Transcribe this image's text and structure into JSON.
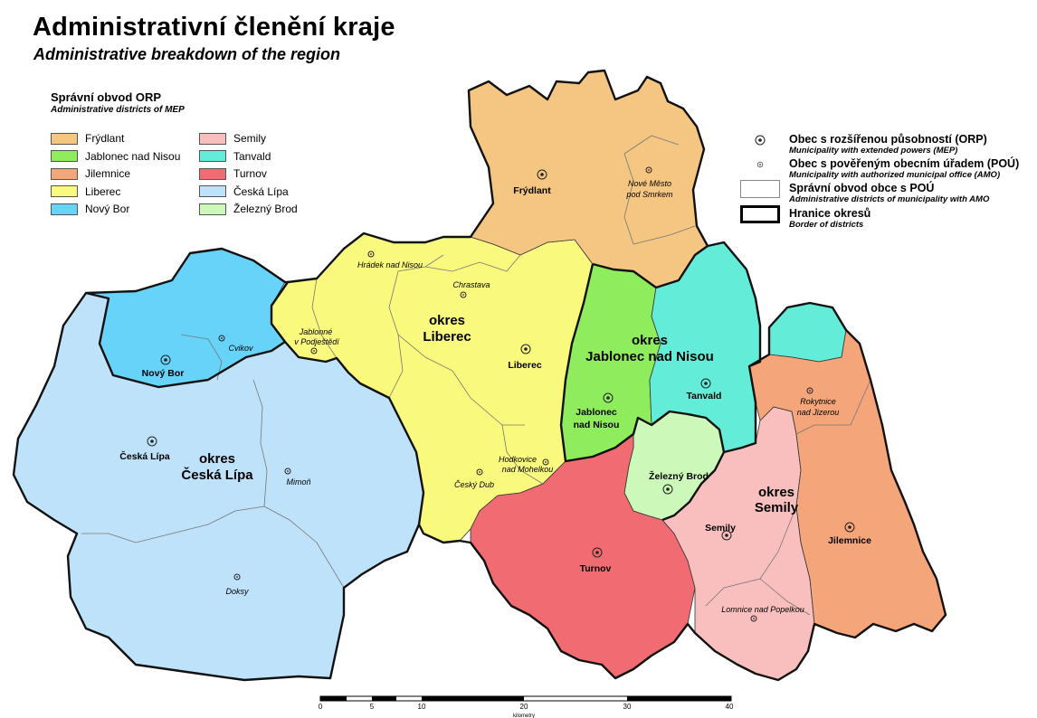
{
  "title": "Administrativní členění kraje",
  "subtitle": "Administrative breakdown of the region",
  "legend": {
    "heading": "Správní obvod ORP",
    "subheading": "Administrative districts of MEP",
    "items": [
      {
        "label": "Frýdlant",
        "color": "#f5c682"
      },
      {
        "label": "Jablonec nad Nisou",
        "color": "#8eec5d"
      },
      {
        "label": "Jilemnice",
        "color": "#f4a57a"
      },
      {
        "label": "Liberec",
        "color": "#f9f97e"
      },
      {
        "label": "Nový Bor",
        "color": "#67d3f8"
      },
      {
        "label": "Semily",
        "color": "#f9bfbf"
      },
      {
        "label": "Tanvald",
        "color": "#63ecd7"
      },
      {
        "label": "Turnov",
        "color": "#f06c72"
      },
      {
        "label": "Česká Lípa",
        "color": "#bfe2fb"
      },
      {
        "label": "Železný Brod",
        "color": "#ccf8b9"
      }
    ]
  },
  "symbols": [
    {
      "icon": "double-circle-icon",
      "main": "Obec s rozšířenou působností (ORP)",
      "sub": "Municipality with extended powers (MEP)"
    },
    {
      "icon": "dot-circle-icon",
      "main": "Obec s pověřeným obecním úřadem (POÚ)",
      "sub": "Municipality with authorized municipal office (AMO)"
    },
    {
      "icon": "thin-box-icon",
      "main": "Správní obvod obce s POÚ",
      "sub": "Administrative districts of municipality with AMO"
    },
    {
      "icon": "thick-box-icon",
      "main": "Hranice okresů",
      "sub": "Border of districts"
    }
  ],
  "map": {
    "okres_labels": [
      {
        "line1": "okres",
        "line2": "Liberec"
      },
      {
        "line1": "okres",
        "line2": "Jablonec nad Nisou"
      },
      {
        "line1": "okres",
        "line2": "Česká Lípa"
      },
      {
        "line1": "okres",
        "line2": "Semily"
      }
    ],
    "orp_towns": [
      "Frýdlant",
      "Nový Bor",
      "Česká Lípa",
      "Liberec",
      "Jablonec nad Nisou",
      "Tanvald",
      "Železný Brod",
      "Turnov",
      "Semily",
      "Jilemnice"
    ],
    "pou_towns": [
      "Nové Město pod Smrkem",
      "Hrádek nad Nisou",
      "Chrastava",
      "Jablonné v Podještědí",
      "Cvikov",
      "Mimoň",
      "Doksy",
      "Hodkovice nad Mohelkou",
      "Český Dub",
      "Rokytnice nad Jizerou",
      "Lomnice nad Popelkou"
    ]
  },
  "scalebar": {
    "ticks": [
      "0",
      "5",
      "10",
      "20",
      "30",
      "40"
    ],
    "unit": "kilometry"
  }
}
